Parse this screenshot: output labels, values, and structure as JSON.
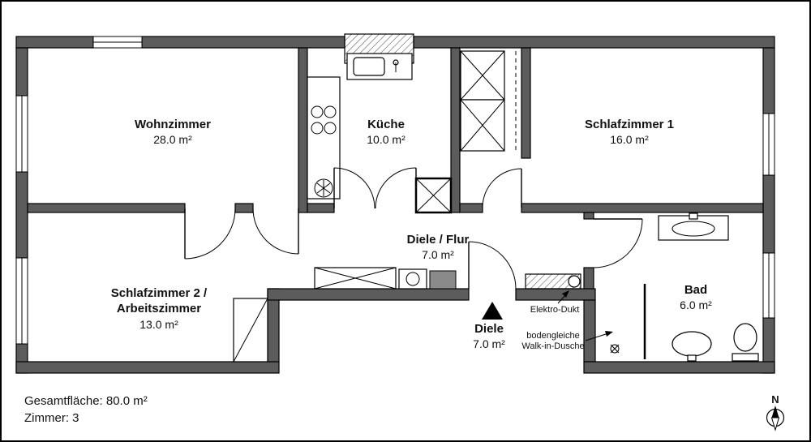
{
  "plan": {
    "rooms": [
      {
        "id": "wohnzimmer",
        "name": "Wohnzimmer",
        "area": "28.0 m²"
      },
      {
        "id": "kueche",
        "name": "Küche",
        "area": "10.0 m²"
      },
      {
        "id": "schlafzimmer1",
        "name": "Schlafzimmer 1",
        "area": "16.0 m²"
      },
      {
        "id": "schlafzimmer2",
        "name_line1": "Schlafzimmer 2 /",
        "name_line2": "Arbeitszimmer",
        "area": "13.0 m²"
      },
      {
        "id": "diele_flur",
        "name": "Diele / Flur",
        "area": "7.0 m²"
      },
      {
        "id": "diele",
        "name": "Diele",
        "area": "7.0 m²"
      },
      {
        "id": "bad",
        "name": "Bad",
        "area": "6.0 m²"
      }
    ],
    "annotations": {
      "elektro_dukt": "Elektro-Dukt",
      "dusche_line1": "bodengleiche",
      "dusche_line2": "Walk-in-Dusche"
    },
    "footer": {
      "total_area": "Gesamtfläche: 80.0 m²",
      "rooms_count": "Zimmer: 3"
    },
    "compass_label": "N",
    "colors": {
      "wall": "#5c5c5c",
      "marker": "#000000"
    }
  }
}
